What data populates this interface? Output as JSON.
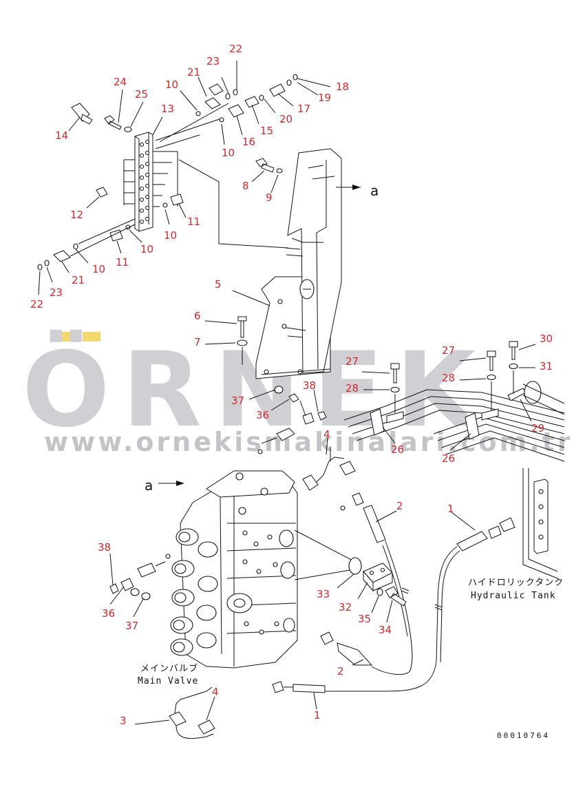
{
  "watermark": {
    "brand": "ÖRNEK",
    "url": "www.ornekismakinalari.com.tr",
    "accent_color": "#f3d870"
  },
  "labels": {
    "hydraulic_tank_jp": "ハイドロリックタンク",
    "hydraulic_tank_en": "Hydraulic Tank",
    "main_valve_jp": "メインバルブ",
    "main_valve_en": "Main Valve",
    "view_a_1": "a",
    "view_a_2": "a",
    "drawing_no": "00010764"
  },
  "callouts": {
    "c22a": "22",
    "c23a": "23",
    "c21a": "21",
    "c10a": "10",
    "c24": "24",
    "c25": "25",
    "c13": "13",
    "c14": "14",
    "c18": "18",
    "c19": "19",
    "c17": "17",
    "c20": "20",
    "c15": "15",
    "c16": "16",
    "c10b": "10",
    "c8": "8",
    "c9": "9",
    "c12": "12",
    "c11a": "11",
    "c10c": "10",
    "c10d": "10",
    "c11b": "11",
    "c10e": "10",
    "c21b": "21",
    "c23b": "23",
    "c22b": "22",
    "c5": "5",
    "c6": "6",
    "c7": "7",
    "c38a": "38",
    "c37a": "37",
    "c36a": "36",
    "c4a": "4",
    "c27a": "27",
    "c28a": "28",
    "c26a": "26",
    "c27b": "27",
    "c28b": "28",
    "c30": "30",
    "c31": "31",
    "c29": "29",
    "c26b": "26",
    "c2a": "2",
    "c1a": "1",
    "c38b": "38",
    "c36b": "36",
    "c37b": "37",
    "c33": "33",
    "c32": "32",
    "c35": "35",
    "c34": "34",
    "c2b": "2",
    "c4b": "4",
    "c3": "3",
    "c1b": "1"
  },
  "colors": {
    "callout": "#d6262b",
    "line": "#111111",
    "watermark": "#cfcfd4"
  }
}
